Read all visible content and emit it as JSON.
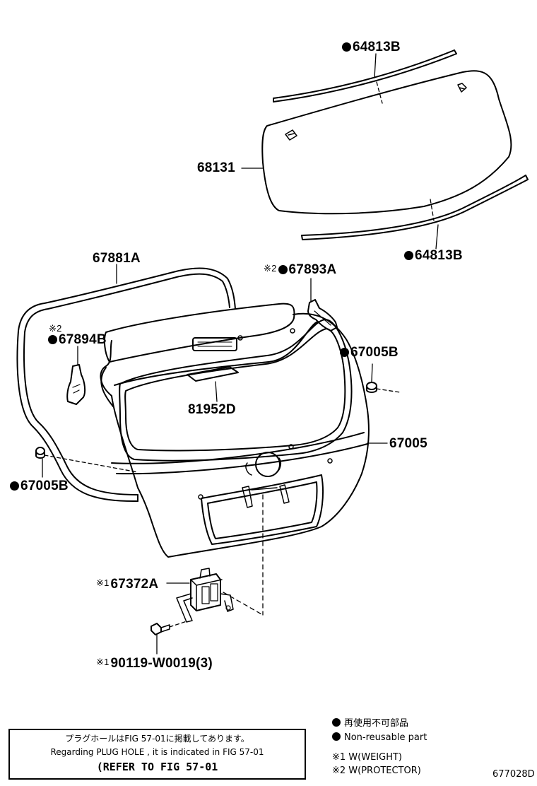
{
  "parts": {
    "p64813b_top": {
      "dot": true,
      "mark": "",
      "code": "64813B"
    },
    "p68131": {
      "dot": false,
      "mark": "",
      "code": "68131"
    },
    "p64813b_bottom": {
      "dot": true,
      "mark": "",
      "code": "64813B"
    },
    "p67881a": {
      "dot": false,
      "mark": "",
      "code": "67881A"
    },
    "p67893a": {
      "dot": true,
      "mark": "※2",
      "code": "67893A"
    },
    "p67894b_mark": {
      "mark": "※2"
    },
    "p67894b": {
      "dot": true,
      "mark": "",
      "code": "67894B"
    },
    "p67005b_right": {
      "dot": true,
      "mark": "",
      "code": "67005B"
    },
    "p81952d": {
      "dot": false,
      "mark": "",
      "code": "81952D"
    },
    "p67005": {
      "dot": false,
      "mark": "",
      "code": "67005"
    },
    "p67005b_left": {
      "dot": true,
      "mark": "",
      "code": "67005B"
    },
    "p67372a": {
      "dot": false,
      "mark": "※1",
      "code": "67372A"
    },
    "p90119": {
      "dot": false,
      "mark": "※1",
      "code": "90119-W0019(3)"
    }
  },
  "note": {
    "line1": "プラグホールはFIG 57-01に掲載してあります。",
    "line2": "Regarding  PLUG  HOLE , it is indicated in  FIG  57-01",
    "line3": "(REFER TO FIG 57-01"
  },
  "legend": {
    "item1": "再使用不可部品",
    "item2": "Non-reusable part",
    "item3": "※1 W(WEIGHT)",
    "item4": "※2 W(PROTECTOR)"
  },
  "drawing_number": "677028D"
}
